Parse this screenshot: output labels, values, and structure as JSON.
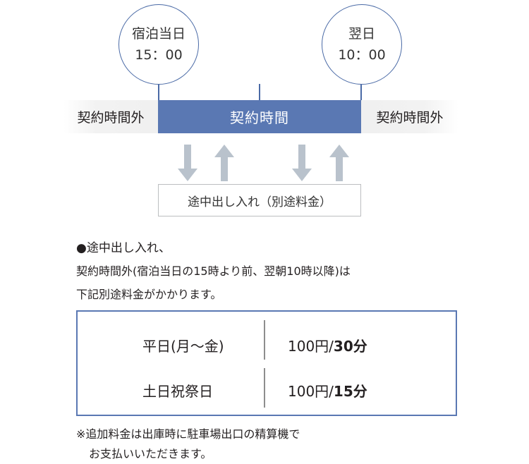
{
  "checkin": {
    "label": "宿泊当日",
    "time": "15：00"
  },
  "checkout": {
    "label": "翌日",
    "time": "10：00"
  },
  "band": {
    "outside_left": "契約時間外",
    "contract": "契約時間",
    "outside_right": "契約時間外"
  },
  "inout_note": "途中出し入れ（別途料金）",
  "description": {
    "line1": "●途中出し入れ、",
    "line2": "契約時間外(宿泊当日の15時より前、翌朝10時以降)は",
    "line3": "下記別途料金がかかります。"
  },
  "fees": [
    {
      "day": "平日(月〜金)",
      "price": "100円/",
      "duration": "30分"
    },
    {
      "day": "土日祝祭日",
      "price": "100円/",
      "duration": "15分"
    }
  ],
  "footnote": {
    "line1": "※追加料金は出庫時に駐車場出口の精算機で",
    "line2": "お支払いいただきます。"
  },
  "colors": {
    "accent": "#4a6aa6",
    "band": "#5a78b3",
    "arrow": "#b9c2cc",
    "outside_band": "#f2f2f2"
  }
}
